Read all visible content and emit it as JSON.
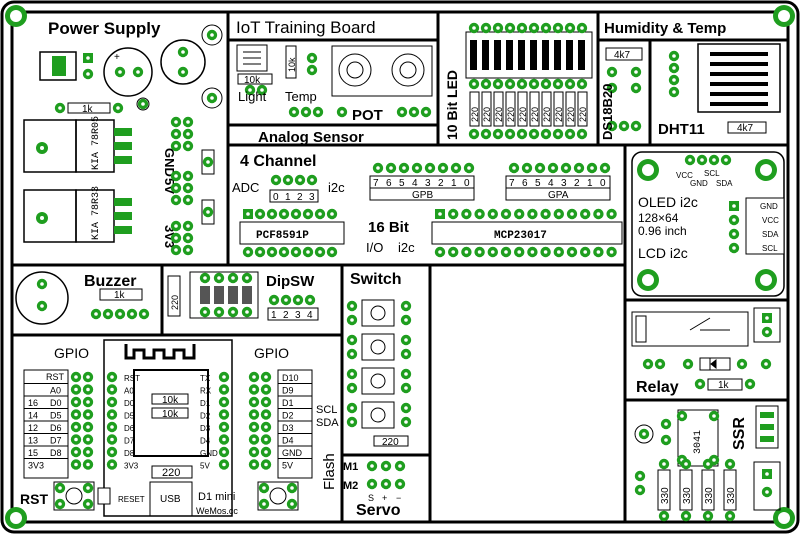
{
  "sections": {
    "power_supply": "Power Supply",
    "iot_title": "IoT Training Board",
    "bar_led_title": "10 Bit LED",
    "humidity": "Humidity & Temp",
    "analog": "Analog Sensor",
    "adc_channel": "4 Channel",
    "adc_label": "ADC",
    "i2c": "i2c",
    "io16": "16 Bit",
    "io_label": "I/O",
    "buzzer": "Buzzer",
    "dipsw": "DipSW",
    "switch": "Switch",
    "gpio": "GPIO",
    "flash": "Flash",
    "servo": "Servo",
    "relay": "Relay",
    "ssr": "SSR",
    "dht11": "DHT11",
    "ds18b20": "DS18B20",
    "light": "Light",
    "temp": "Temp",
    "pot": "POT",
    "gnd": "GND",
    "v5": "5V",
    "v33": "3V3"
  },
  "regulators": [
    "KIA 78R05",
    "KIA 78R33"
  ],
  "resistors": {
    "power": "1k",
    "light": "10k",
    "temp": "10k",
    "ds18b20": "4k7",
    "dht11": "4k7",
    "buzzer": "1k",
    "dip": "220",
    "switch": "220",
    "relay": "1k",
    "wemos_1": "10k",
    "wemos_2": "10k",
    "wemos_3": "220",
    "ssr": [
      "330",
      "330",
      "330",
      "330"
    ]
  },
  "bar_led_resistors": [
    "220",
    "220",
    "220",
    "220",
    "220",
    "220",
    "220",
    "220",
    "220",
    "220"
  ],
  "chips": {
    "pcf": "PCF8591P",
    "mcp": "MCP23017",
    "ssr_chip": "3041"
  },
  "adc_channels": [
    "0",
    "1",
    "2",
    "3"
  ],
  "gpb_bits": [
    "7",
    "6",
    "5",
    "4",
    "3",
    "2",
    "1",
    "0"
  ],
  "gpa_bits": [
    "7",
    "6",
    "5",
    "4",
    "3",
    "2",
    "1",
    "0"
  ],
  "gpb": "GPB",
  "gpa": "GPA",
  "dip_numbers": [
    "1",
    "2",
    "3",
    "4"
  ],
  "oled": {
    "line1": "OLED i2c",
    "line2": "128×64",
    "line3": "0.96 inch",
    "line4": "LCD i2c",
    "pins_top": [
      "VCC",
      "SCL",
      "GND",
      "SDA"
    ],
    "pins_side": [
      "GND",
      "VCC",
      "SDA",
      "SCL"
    ]
  },
  "wemos": {
    "left_pins": [
      "RST",
      "A0",
      "D0",
      "D5",
      "D6",
      "D7",
      "D8",
      "3V3"
    ],
    "right_pins": [
      "TX",
      "RX",
      "D1",
      "D2",
      "D3",
      "D4",
      "GND",
      "5V"
    ],
    "gpio_left_rows": [
      [
        "",
        ""
      ],
      [
        "",
        "A0"
      ],
      [
        "16",
        "D0"
      ],
      [
        "14",
        "D5"
      ],
      [
        "12",
        "D6"
      ],
      [
        "13",
        "D7"
      ],
      [
        "15",
        "D8"
      ],
      [
        "3V3",
        ""
      ]
    ],
    "gpio_left_header": "RST",
    "gpio_right_rows": [
      "D10",
      "D9",
      "D1",
      "D2",
      "D3",
      "D4",
      "GND",
      "5V"
    ],
    "scl": "SCL",
    "sda": "SDA",
    "usb": "USB",
    "model": "D1 mini",
    "brand": "WeMos.cc",
    "reset": "RESET",
    "rst": "RST"
  },
  "servo_labels": [
    "M1",
    "M2"
  ],
  "servo_pins": [
    "S",
    "+",
    "−"
  ],
  "colors": {
    "pad": "#1f9e1f",
    "ink": "#000000",
    "bg": "#ffffff"
  }
}
